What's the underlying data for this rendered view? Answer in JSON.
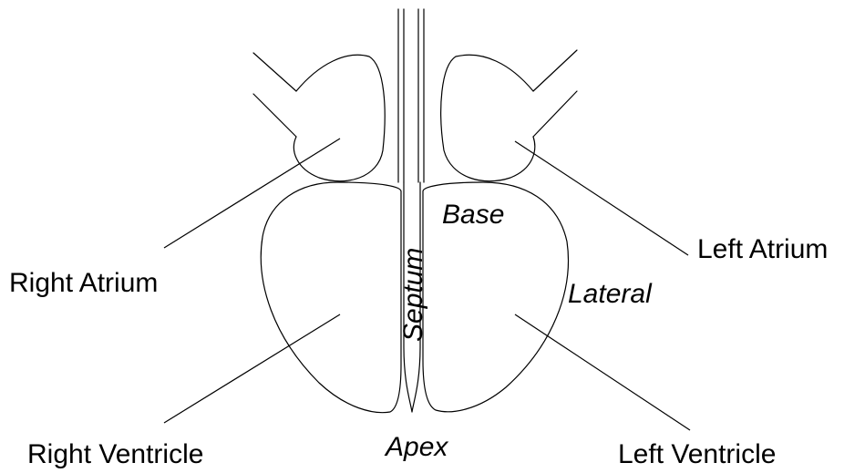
{
  "labels": {
    "right_atrium": "Right Atrium",
    "left_atrium": "Left Atrium",
    "right_ventricle": "Right Ventricle",
    "left_ventricle": "Left Ventricle"
  },
  "regions": {
    "base": "Base",
    "lateral": "Lateral",
    "septum": "Septum",
    "apex": "Apex"
  },
  "colors": {
    "stroke": "#000000",
    "background": "#ffffff"
  }
}
